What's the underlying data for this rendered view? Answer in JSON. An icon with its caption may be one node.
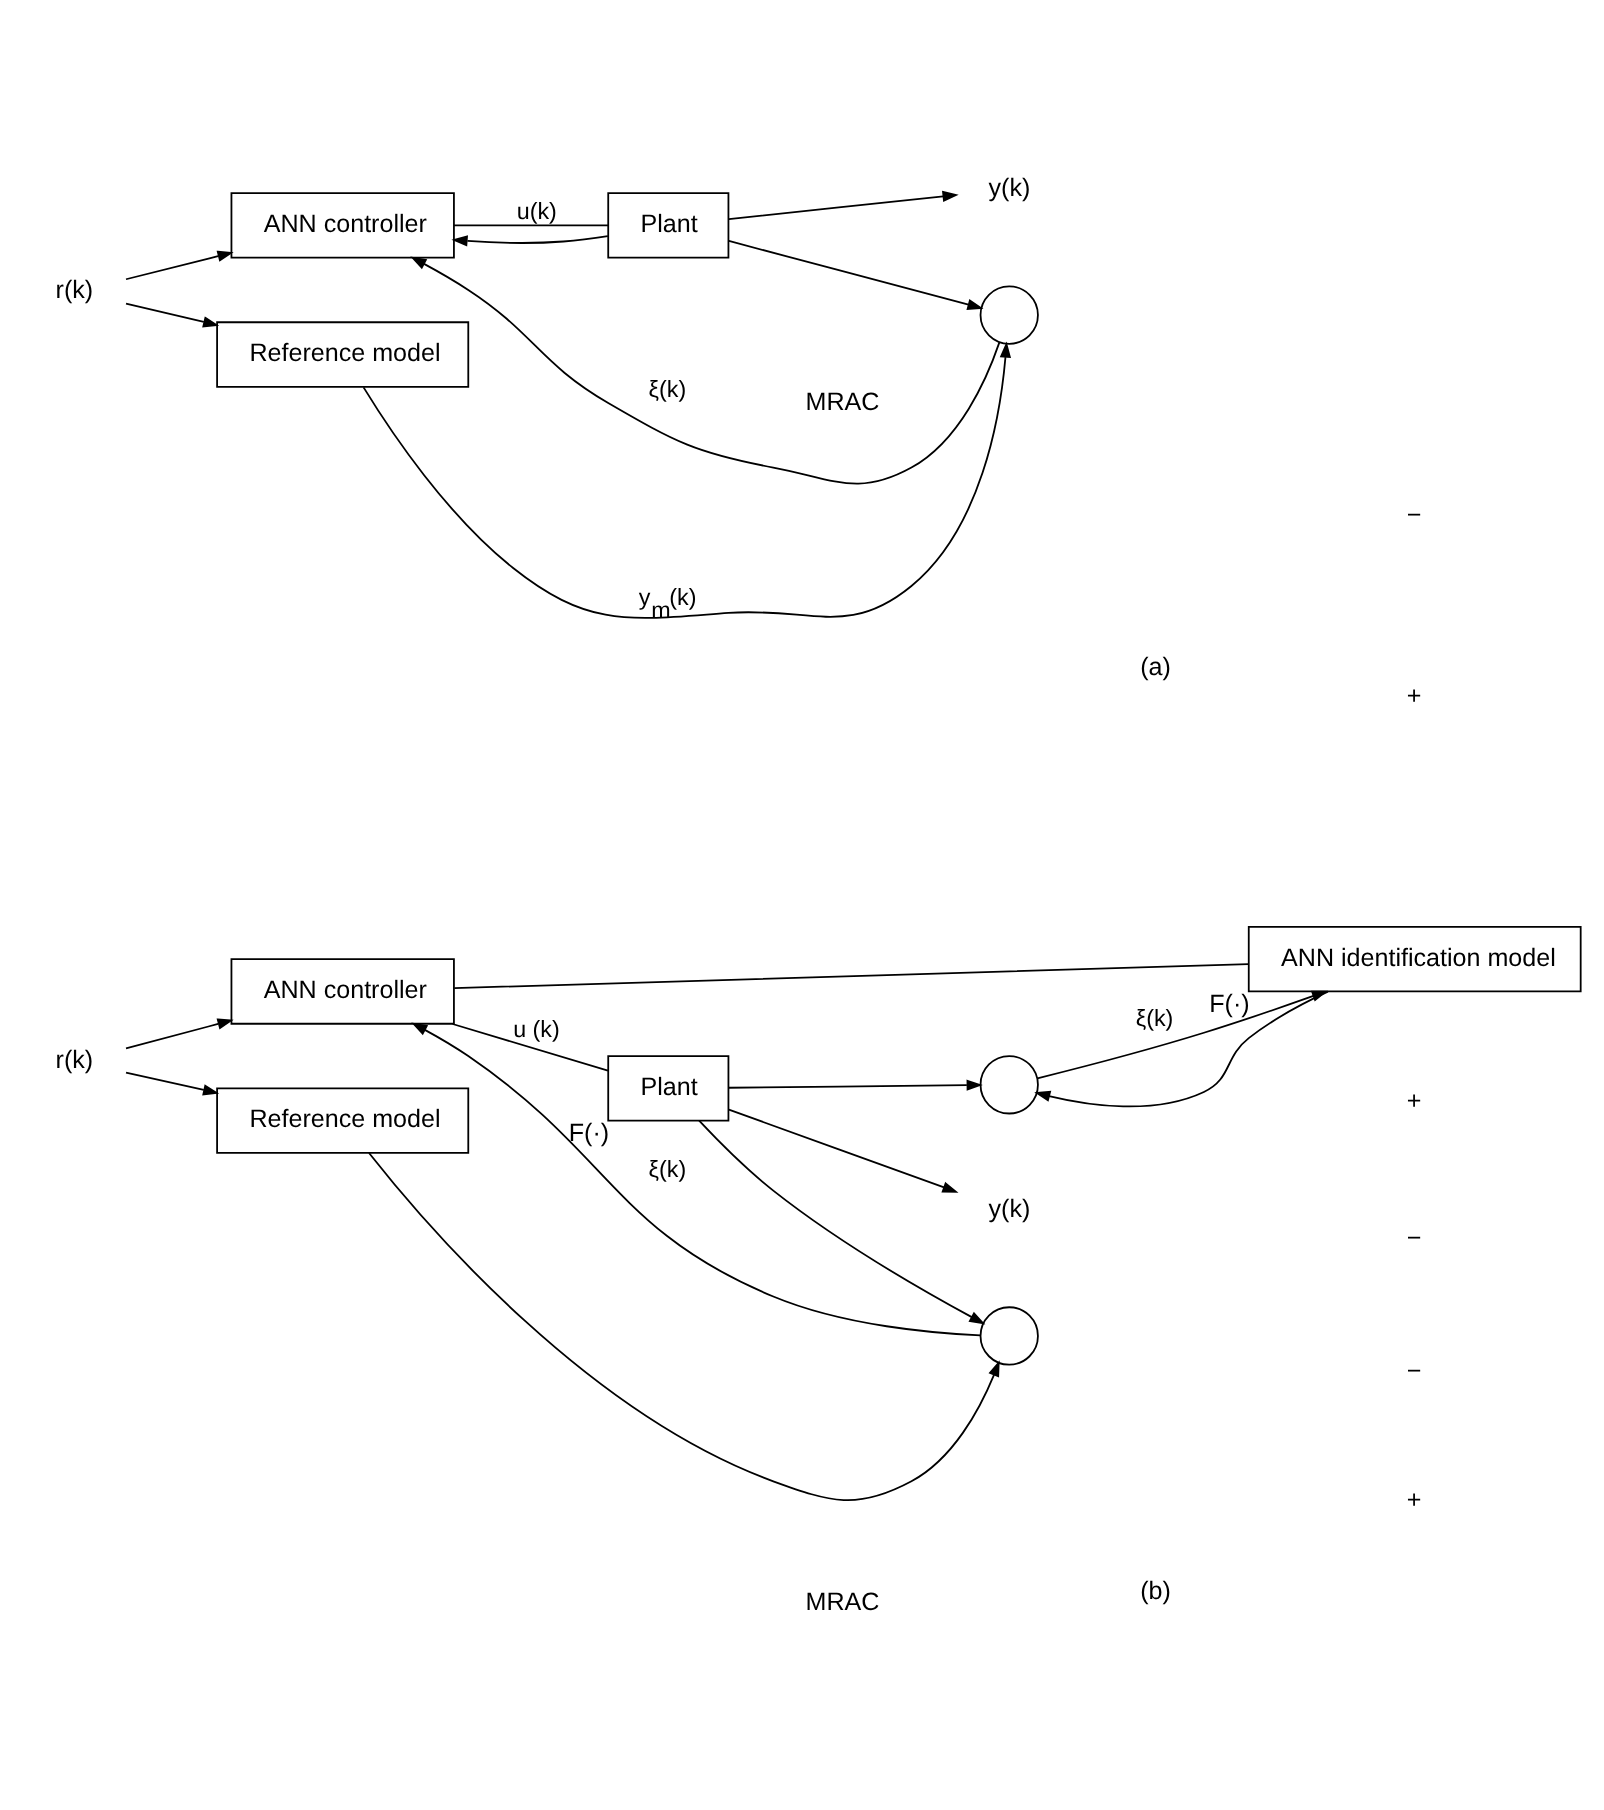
{
  "diagram": {
    "nodes": [
      {
        "text": [
          "r(k)"
        ]
      },
      {
        "text": [
          "ANN controller"
        ]
      },
      {
        "text": [
          "Plant"
        ]
      },
      {
        "text": [
          "y(k)"
        ]
      },
      {
        "text": [],
        "shape": "circle"
      },
      {
        "text": [
          "Reference model"
        ]
      },
      {
        "text": [
          "r(k)"
        ]
      },
      {
        "text": [
          "ANN controller"
        ]
      },
      {
        "text": [
          "Plant"
        ],
        "beside": [
          "F(·)"
        ]
      },
      {
        "text": [
          "y(k)"
        ]
      },
      {
        "text": [],
        "shape": "circle"
      },
      {
        "text": [
          "ANN identification model"
        ],
        "beside": [
          "F(·)"
        ]
      },
      {
        "text": [],
        "shape": "circle"
      },
      {
        "text": [
          "Reference model"
        ]
      }
    ],
    "edges": [
      {
        "from": 0,
        "to": 1,
        "arrow": "to"
      },
      {
        "from": 0,
        "to": 5,
        "arrow": "to"
      },
      {
        "from": 1,
        "to": 2,
        "arrow": "none",
        "label": "u(k)"
      },
      {
        "from": 2,
        "to": 3,
        "arrow": "to"
      },
      {
        "from": 2,
        "to": 1,
        "arrow": "to"
      },
      {
        "from": 2,
        "to": 4,
        "arrow": "to"
      },
      {
        "from": 5,
        "to": 4,
        "arrow": "to",
        "label": "y$_{m}$(k)"
      },
      {
        "from": 4,
        "to": 1,
        "arrow": "to",
        "label": "ξ(k)"
      },
      {
        "from": 6,
        "to": 7,
        "arrow": "to"
      },
      {
        "from": 6,
        "to": 13,
        "arrow": "to"
      },
      {
        "from": 7,
        "to": 8,
        "arrow": "none",
        "label": "u (k)"
      },
      {
        "from": 7,
        "to": 11,
        "arrow": "none"
      },
      {
        "from": 8,
        "to": 9,
        "arrow": "to"
      },
      {
        "from": 8,
        "to": 10,
        "arrow": "to"
      },
      {
        "from": 8,
        "to": 12,
        "arrow": "to"
      },
      {
        "from": 11,
        "to": 10,
        "arrow": "to"
      },
      {
        "from": 10,
        "to": 11,
        "arrow": "to",
        "label": "ξ(k)"
      },
      {
        "from": 12,
        "to": 7,
        "arrow": "to",
        "label": "ξ(k)"
      },
      {
        "from": 13,
        "to": 12,
        "arrow": "to"
      }
    ],
    "labels": [
      "MRAC",
      "−",
      "+",
      "(a)",
      "MRAC",
      "+",
      "−",
      "−",
      "+",
      "(b)"
    ]
  }
}
